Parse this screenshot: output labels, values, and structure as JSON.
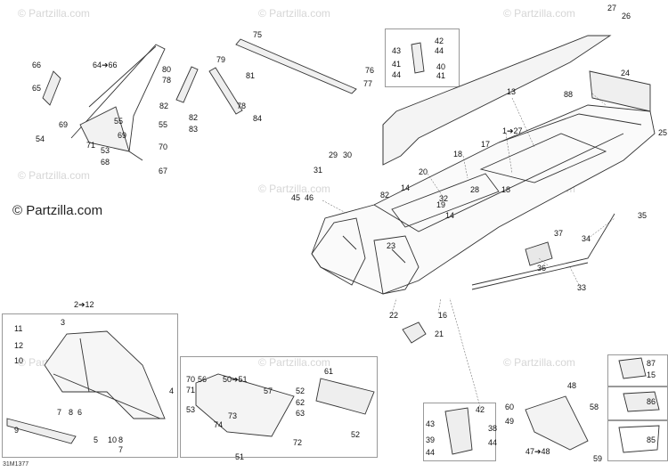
{
  "watermark": "© Partzilla.com",
  "watermark_main": "© Partzilla.com",
  "drawing_code": "31M1377",
  "callouts": [
    "27",
    "26",
    "75",
    "76",
    "77",
    "79",
    "80",
    "78",
    "81",
    "82",
    "78",
    "82",
    "83",
    "84",
    "66",
    "64➔66",
    "65",
    "69",
    "54",
    "55",
    "71",
    "69",
    "53",
    "55",
    "70",
    "68",
    "67",
    "42",
    "43",
    "44",
    "41",
    "40",
    "44",
    "41",
    "24",
    "88",
    "13",
    "25",
    "1➔27",
    "17",
    "18",
    "20",
    "14",
    "32",
    "28",
    "18",
    "82",
    "19",
    "14",
    "31",
    "29",
    "30",
    "45",
    "46",
    "23",
    "37",
    "34",
    "35",
    "36",
    "33",
    "22",
    "16",
    "21",
    "2➔12",
    "3",
    "11",
    "12",
    "10",
    "4",
    "7",
    "8",
    "6",
    "9",
    "5",
    "10",
    "8",
    "7",
    "70",
    "56",
    "50➔51",
    "71",
    "73",
    "57",
    "53",
    "52",
    "62",
    "63",
    "52",
    "74",
    "72",
    "51",
    "61",
    "42",
    "43",
    "39",
    "44",
    "38",
    "44",
    "60",
    "49",
    "47➔48",
    "48",
    "58",
    "59",
    "87",
    "15",
    "86",
    "85"
  ]
}
